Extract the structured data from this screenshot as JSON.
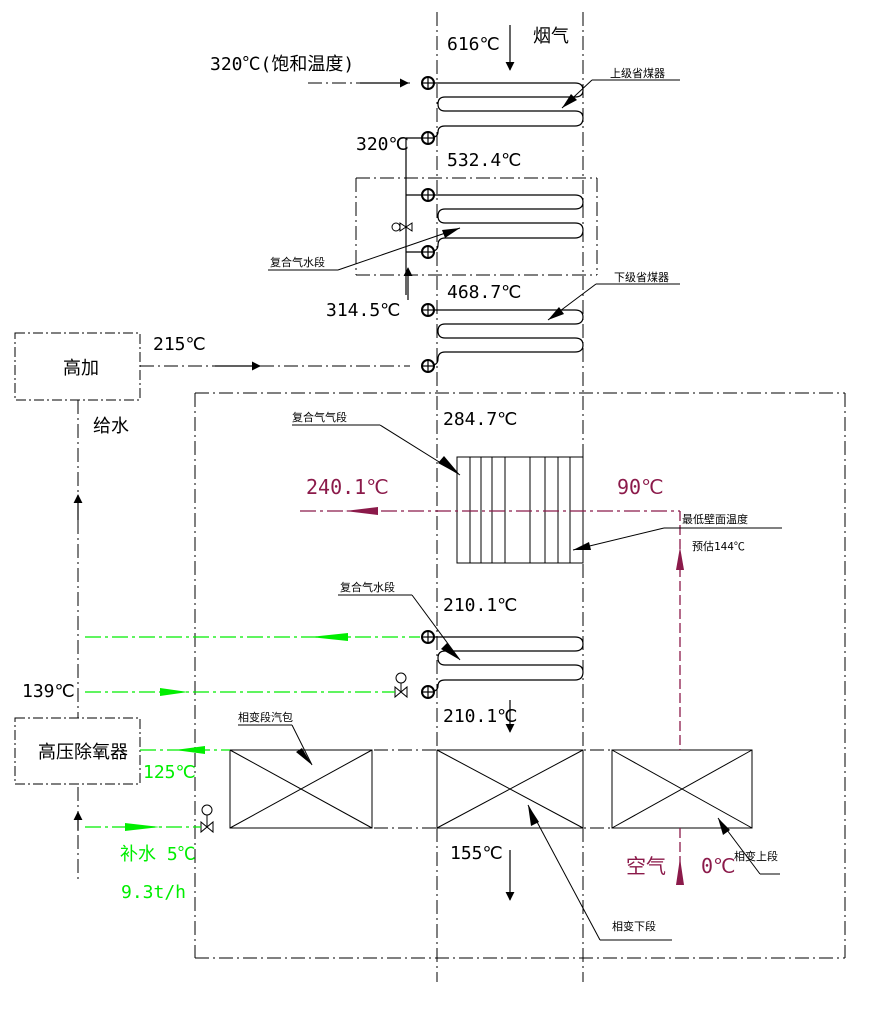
{
  "colors": {
    "ink": "#000000",
    "air": "#8b1a4a",
    "water": "#00ee00"
  },
  "labels": {
    "sat_temp": "320℃(饱和温度)",
    "t616": "616℃",
    "flue_gas": "烟气",
    "upper_economizer": "上级省煤器",
    "t320": "320℃",
    "t532": "532.4℃",
    "composite_water_upper": "复合气水段",
    "t314": "314.5℃",
    "t468": "468.7℃",
    "lower_economizer": "下级省煤器",
    "hp_heater": "高加",
    "t215": "215℃",
    "feedwater": "给水",
    "composite_gas": "复合气气段",
    "t284": "284.7℃",
    "t240": "240.1℃",
    "t90": "90℃",
    "min_wall_temp": "最低壁面温度",
    "estimate_144": "预估144℃",
    "composite_water_lower": "复合气水段",
    "t210_top": "210.1℃",
    "t139": "139℃",
    "t210_bottom": "210.1℃",
    "deaerator": "高压除氧器",
    "phase_drum": "相变段汽包",
    "t125": "125℃",
    "makeup_water": "补水 5℃",
    "makeup_flow": "9.3t/h",
    "t155": "155℃",
    "air": "空气",
    "t0": "0℃",
    "phase_upper": "相变上段",
    "phase_lower": "相变下段"
  }
}
